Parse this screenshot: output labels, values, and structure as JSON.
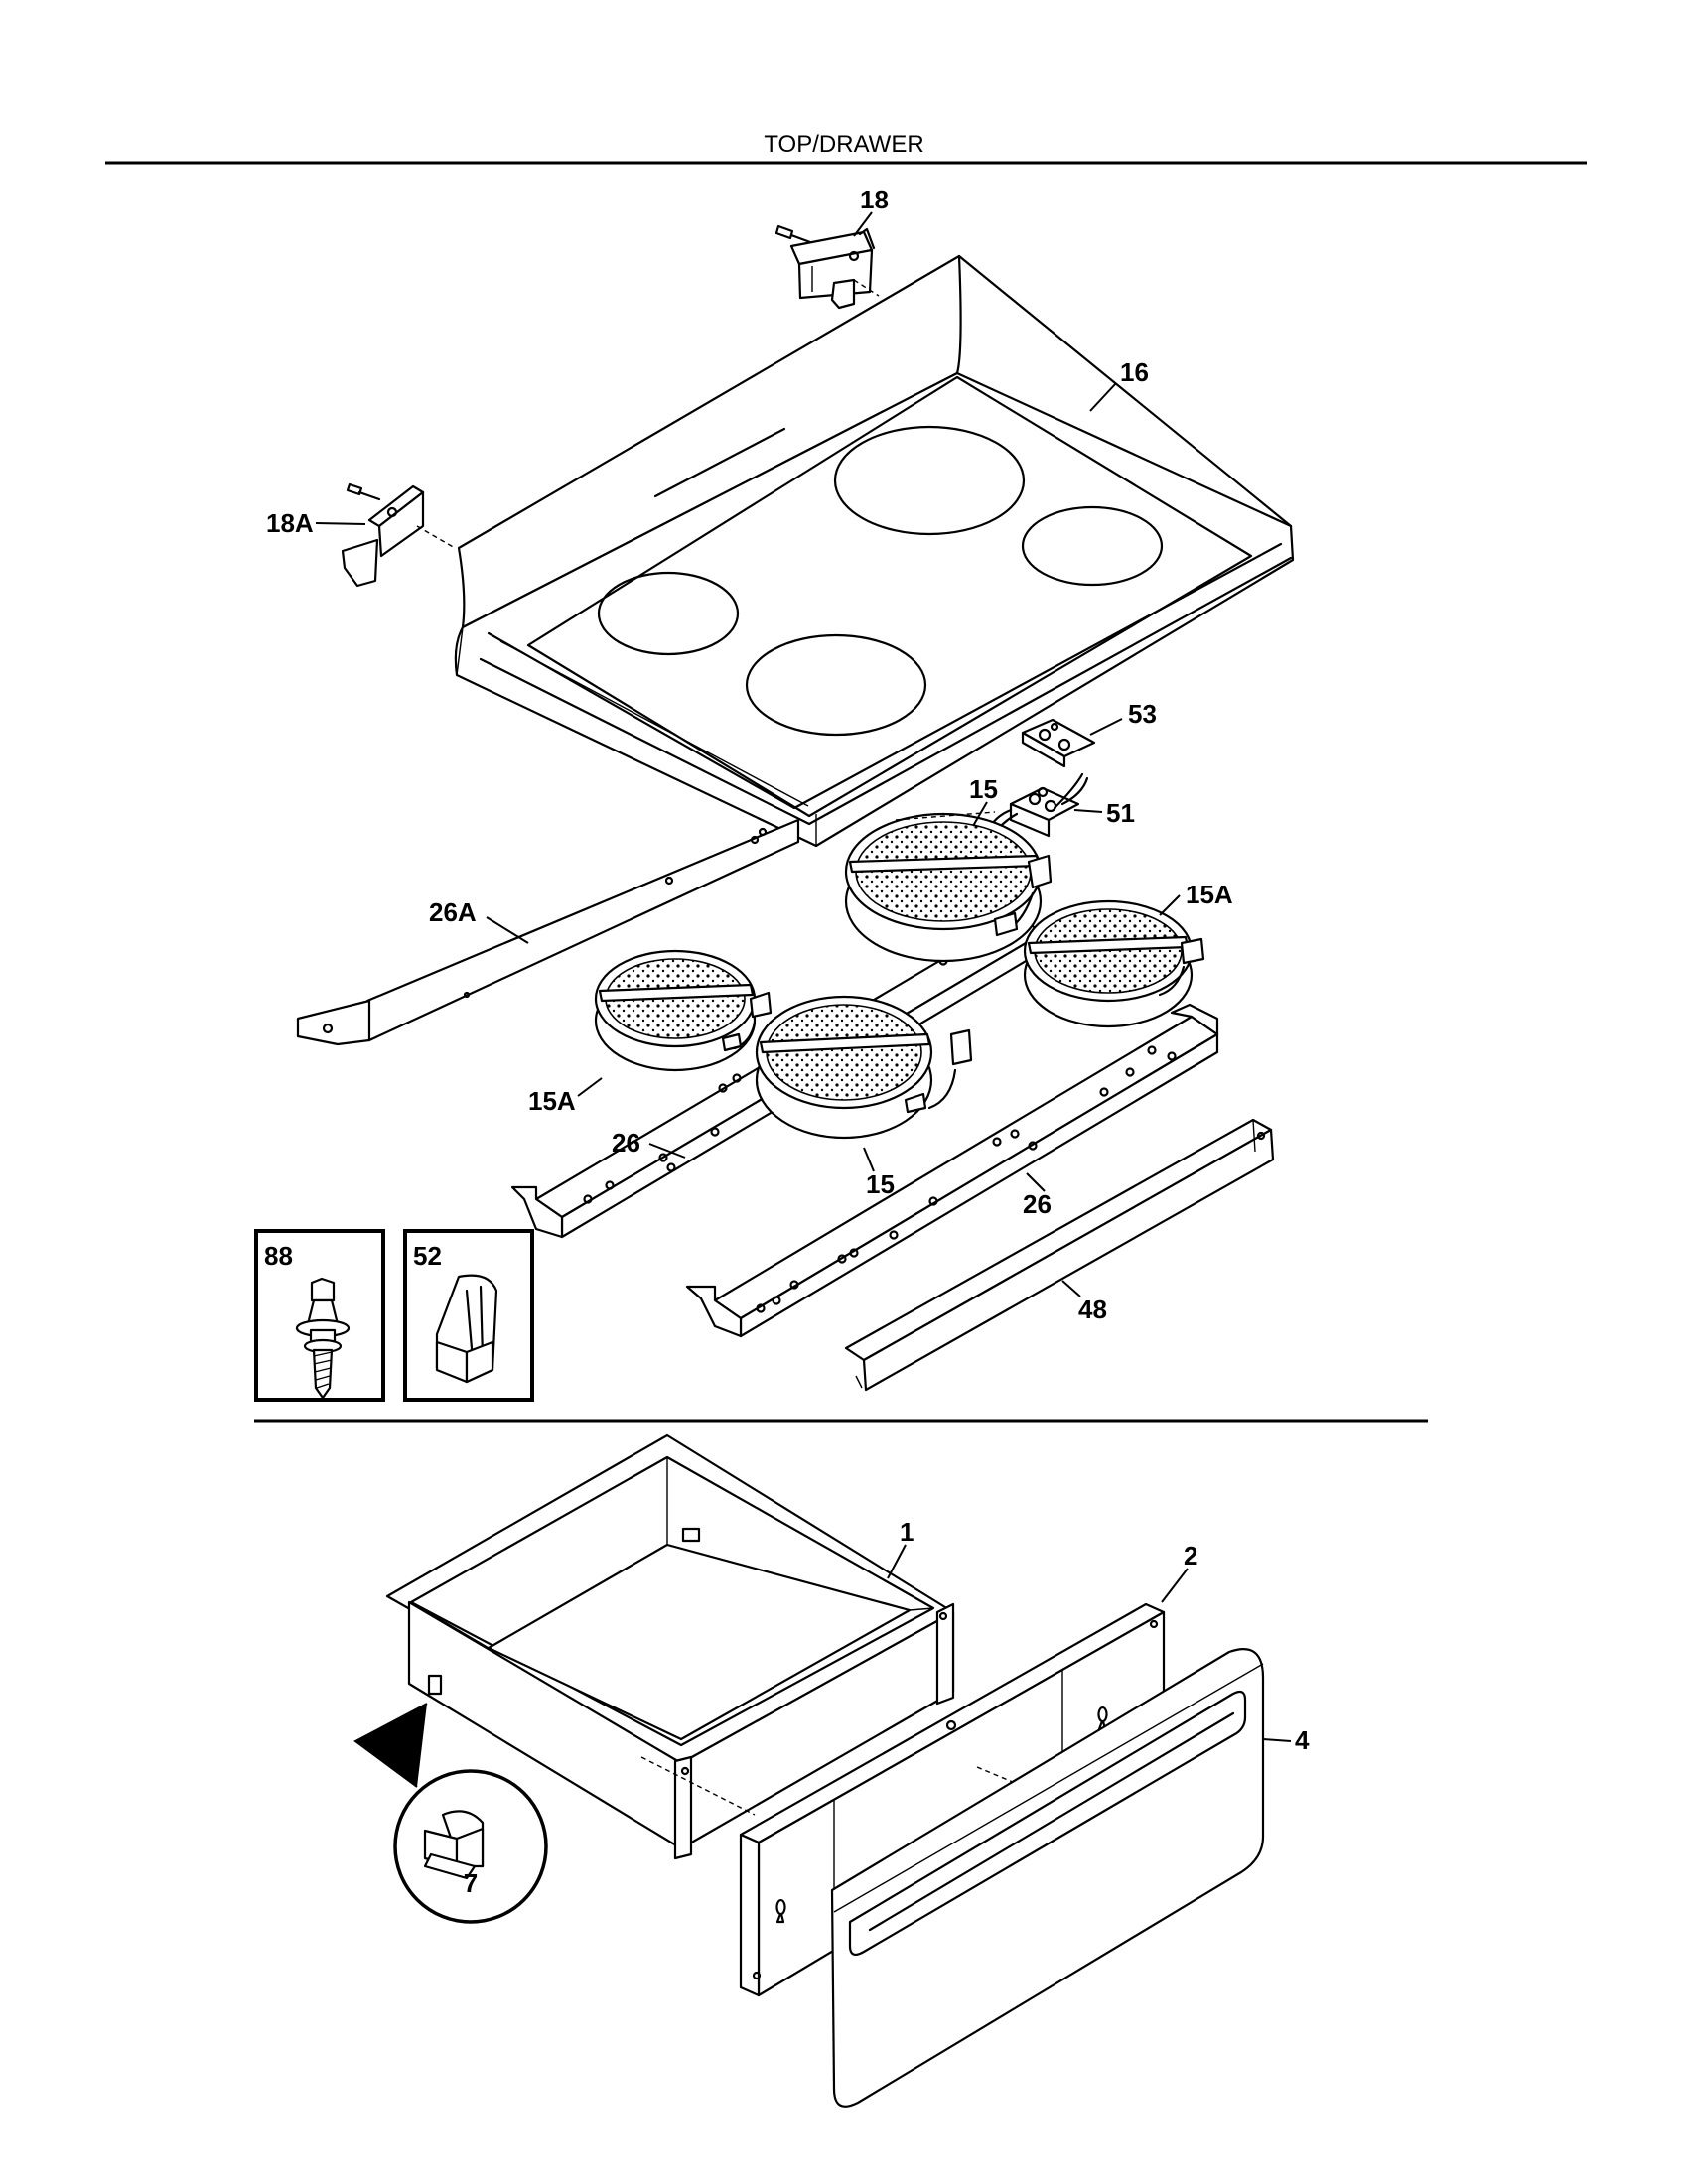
{
  "title": "TOP/DRAWER",
  "top_section": {
    "callouts": {
      "c18": "18",
      "c18a": "18A",
      "c16": "16",
      "c53": "53",
      "c15_top": "15",
      "c51": "51",
      "c15a_right": "15A",
      "c26a": "26A",
      "c15a_left": "15A",
      "c26_left": "26",
      "c15_bottom": "15",
      "c26_right": "26",
      "c48": "48"
    },
    "inset_88": "88",
    "inset_52": "52"
  },
  "drawer_section": {
    "callouts": {
      "c1": "1",
      "c2": "2",
      "c4": "4",
      "c7": "7"
    }
  }
}
